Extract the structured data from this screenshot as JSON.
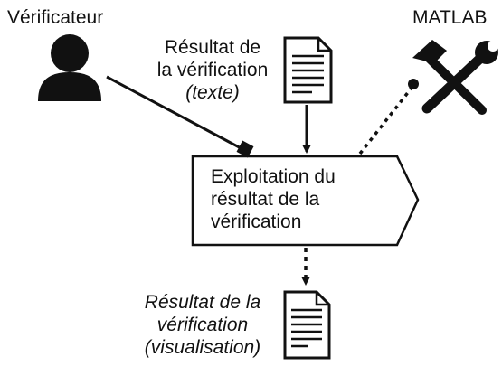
{
  "actors": {
    "verifier": {
      "label": "Vérificateur",
      "icon": "person-icon"
    },
    "tool": {
      "label": "MATLAB",
      "icon": "tools-icon"
    }
  },
  "input_artifact": {
    "line1": "Résultat de",
    "line2": "la vérification",
    "line3": "(texte)",
    "icon": "document-icon"
  },
  "process": {
    "line1": "Exploitation du",
    "line2": "résultat de la",
    "line3": "vérification"
  },
  "output_artifact": {
    "line1": "Résultat de la",
    "line2": "vérification",
    "line3": "(visualisation)",
    "icon": "document-icon"
  },
  "colors": {
    "ink": "#111111",
    "background": "#ffffff"
  }
}
